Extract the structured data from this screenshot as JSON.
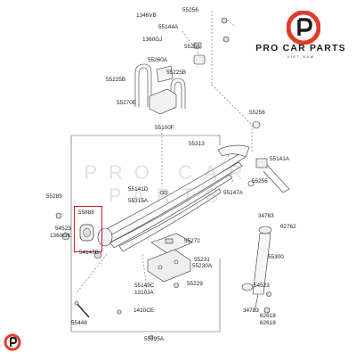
{
  "brand": {
    "name": "PRO CAR PARTS",
    "sub": "VIET NAM",
    "watermark": "PRO CAR PARTS",
    "accent_color": "#e23b2e",
    "logo_icon": "pro-car-parts-logo"
  },
  "highlighted_part": "55888",
  "parts": {
    "p1346VB": "1346VB",
    "p55256a": "55256",
    "p55144A": "55144A",
    "p1360GJ": "1360GJ",
    "p55256b": "55256",
    "p55260A": "55260A",
    "p55225Ba": "55225B",
    "p55225Bb": "55225B",
    "p55270E": "55270E",
    "p55256c": "55256",
    "p55100F": "55100F",
    "p55313": "55313",
    "p55141A": "55141A",
    "p55256d": "55256",
    "p55141D": "55141D",
    "p55147A": "55147A",
    "p55315A": "55315A",
    "p55289": "55289",
    "p54523a": "54523",
    "p1360GK": "1360GK",
    "p34783a": "34783",
    "p62762": "62762",
    "p55272": "55272",
    "p54147B": "54147B",
    "p55300": "55300",
    "p55231": "55231",
    "p55230A": "55230A",
    "p55229": "55229",
    "p55149C": "55149C",
    "p1310JA": "1310JA",
    "p54523b": "54523",
    "p34783b": "34783",
    "p62618a": "62618",
    "p62618b": "62618",
    "p1410CE": "1410CE",
    "p55448": "55448",
    "p55395A": "55395A"
  }
}
